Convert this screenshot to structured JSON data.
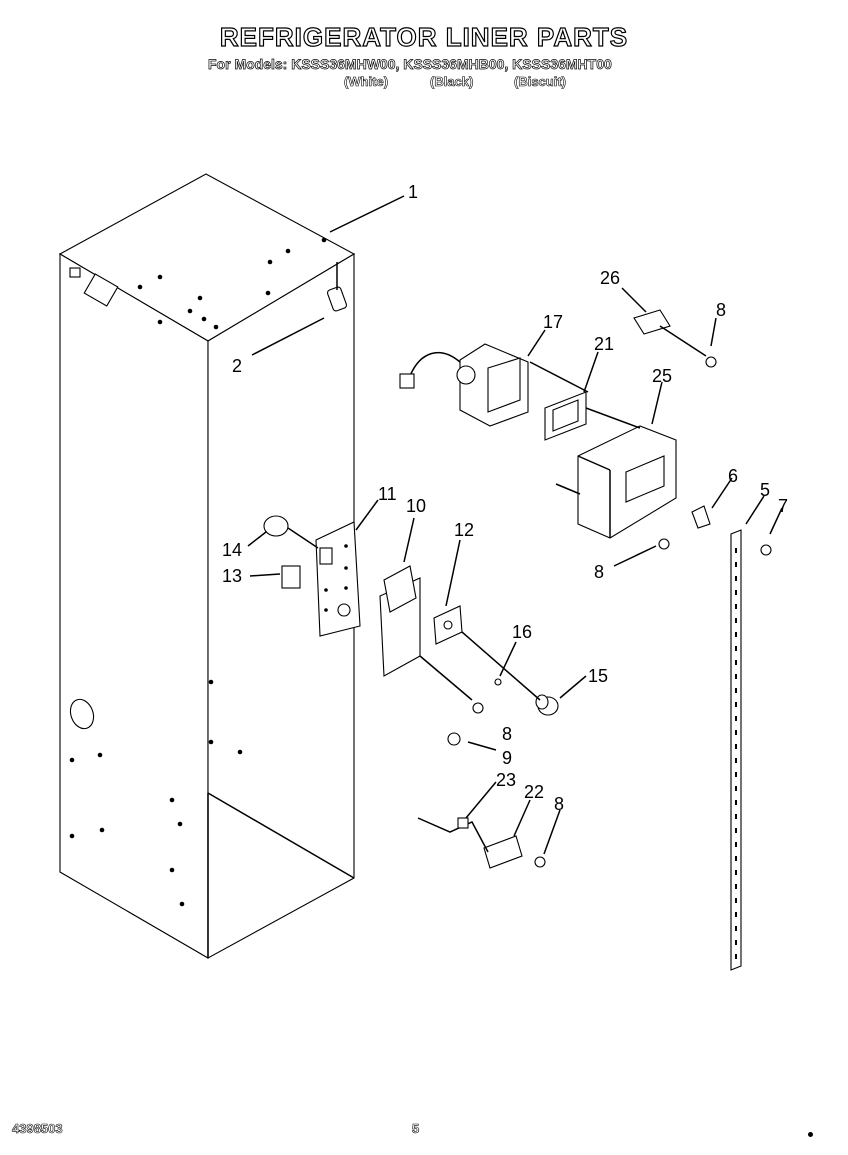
{
  "header": {
    "title": "REFRIGERATOR LINER PARTS",
    "models_line": "For Models: KSSS36MHW00, KSSS36MHB00, KSSS36MHT00",
    "variants": [
      "(White)",
      "(Black)",
      "(Biscuit)"
    ]
  },
  "footer": {
    "doc_number": "4398503",
    "page_number": "5"
  },
  "callouts": {
    "c1": "1",
    "c2": "2",
    "c5": "5",
    "c6": "6",
    "c7": "7",
    "c8a": "8",
    "c8b": "8",
    "c8c": "8",
    "c8d": "8",
    "c9": "9",
    "c10": "10",
    "c11": "11",
    "c12": "12",
    "c13": "13",
    "c14": "14",
    "c15": "15",
    "c16": "16",
    "c17": "17",
    "c21": "21",
    "c22": "22",
    "c23": "23",
    "c25": "25",
    "c26": "26"
  }
}
